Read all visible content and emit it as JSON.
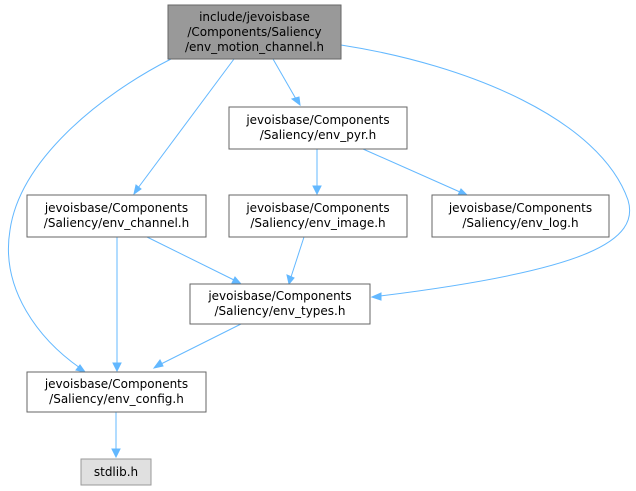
{
  "colors": {
    "edge": "#63b8ff",
    "root_fill": "#999999",
    "node_border": "#666666",
    "system_fill": "#e0e0e0"
  },
  "nodes": {
    "root": {
      "line1": "include/jevoisbase",
      "line2": "/Components/Saliency",
      "line3": "/env_motion_channel.h"
    },
    "env_pyr": {
      "line1": "jevoisbase/Components",
      "line2": "/Saliency/env_pyr.h"
    },
    "env_channel": {
      "line1": "jevoisbase/Components",
      "line2": "/Saliency/env_channel.h"
    },
    "env_image": {
      "line1": "jevoisbase/Components",
      "line2": "/Saliency/env_image.h"
    },
    "env_log": {
      "line1": "jevoisbase/Components",
      "line2": "/Saliency/env_log.h"
    },
    "env_types": {
      "line1": "jevoisbase/Components",
      "line2": "/Saliency/env_types.h"
    },
    "env_config": {
      "line1": "jevoisbase/Components",
      "line2": "/Saliency/env_config.h"
    },
    "stdlib": {
      "line1": "stdlib.h"
    }
  }
}
